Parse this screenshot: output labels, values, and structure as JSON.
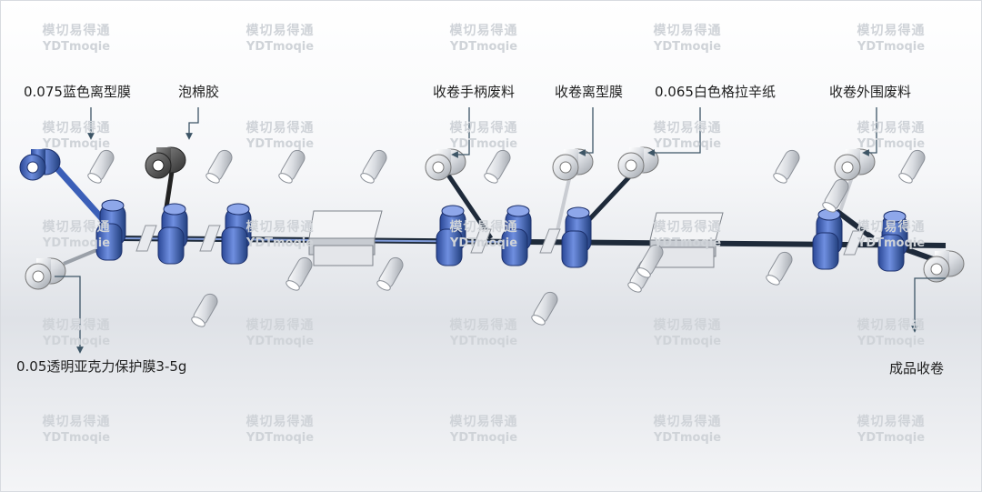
{
  "labels": {
    "blue_release_film": "0.075蓝色离型膜",
    "foam_tape": "泡棉胶",
    "rewind_handle_waste": "收卷手柄废料",
    "rewind_release_film": "收卷离型膜",
    "white_glassine_paper": "0.065白色格拉辛纸",
    "rewind_outer_waste": "收卷外围废料",
    "clear_acrylic_protect_film": "0.05透明亚克力保护膜3-5g",
    "finished_rewind": "成品收卷"
  },
  "watermark": {
    "cn": "模切易得通",
    "en": "YDTmoqie"
  },
  "colors": {
    "blue_roller": "#3b5fb8",
    "dark_web": "#1e2a3a",
    "arrow": "#3d5566",
    "steel_roller": "#e4e6ea",
    "dark_roller": "#5a5a5a"
  }
}
